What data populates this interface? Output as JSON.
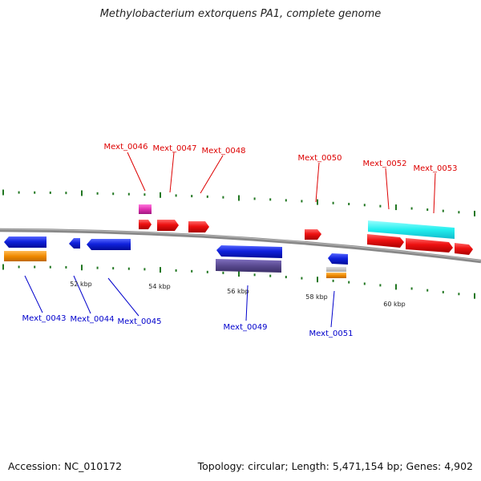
{
  "title": "Methylobacterium extorquens PA1, complete genome",
  "footer": {
    "accession": "Accession: NC_010172",
    "summary": "Topology: circular; Length: 5,471,154 bp; Genes: 4,902"
  },
  "scale_labels": [
    "52 kbp",
    "54 kbp",
    "56 kbp",
    "58 kbp",
    "60 kbp"
  ],
  "genes_top": [
    "Mext_0046",
    "Mext_0047",
    "Mext_0048",
    "Mext_0050",
    "Mext_0052",
    "Mext_0053"
  ],
  "genes_bottom": [
    "Mext_0043",
    "Mext_0044",
    "Mext_0045",
    "Mext_0049",
    "Mext_0051"
  ],
  "colors": {
    "forward_gene": "#ee1111",
    "reverse_gene": "#1122dd",
    "label_forward": "#dd0000",
    "label_reverse": "#0000cc",
    "backbone": "#888888",
    "tick": "#227722",
    "cyan_feature": "#22eeee",
    "orange_feature": "#f08a00",
    "purple_feature": "#5a4a90",
    "magenta_feature": "#e030b0"
  }
}
